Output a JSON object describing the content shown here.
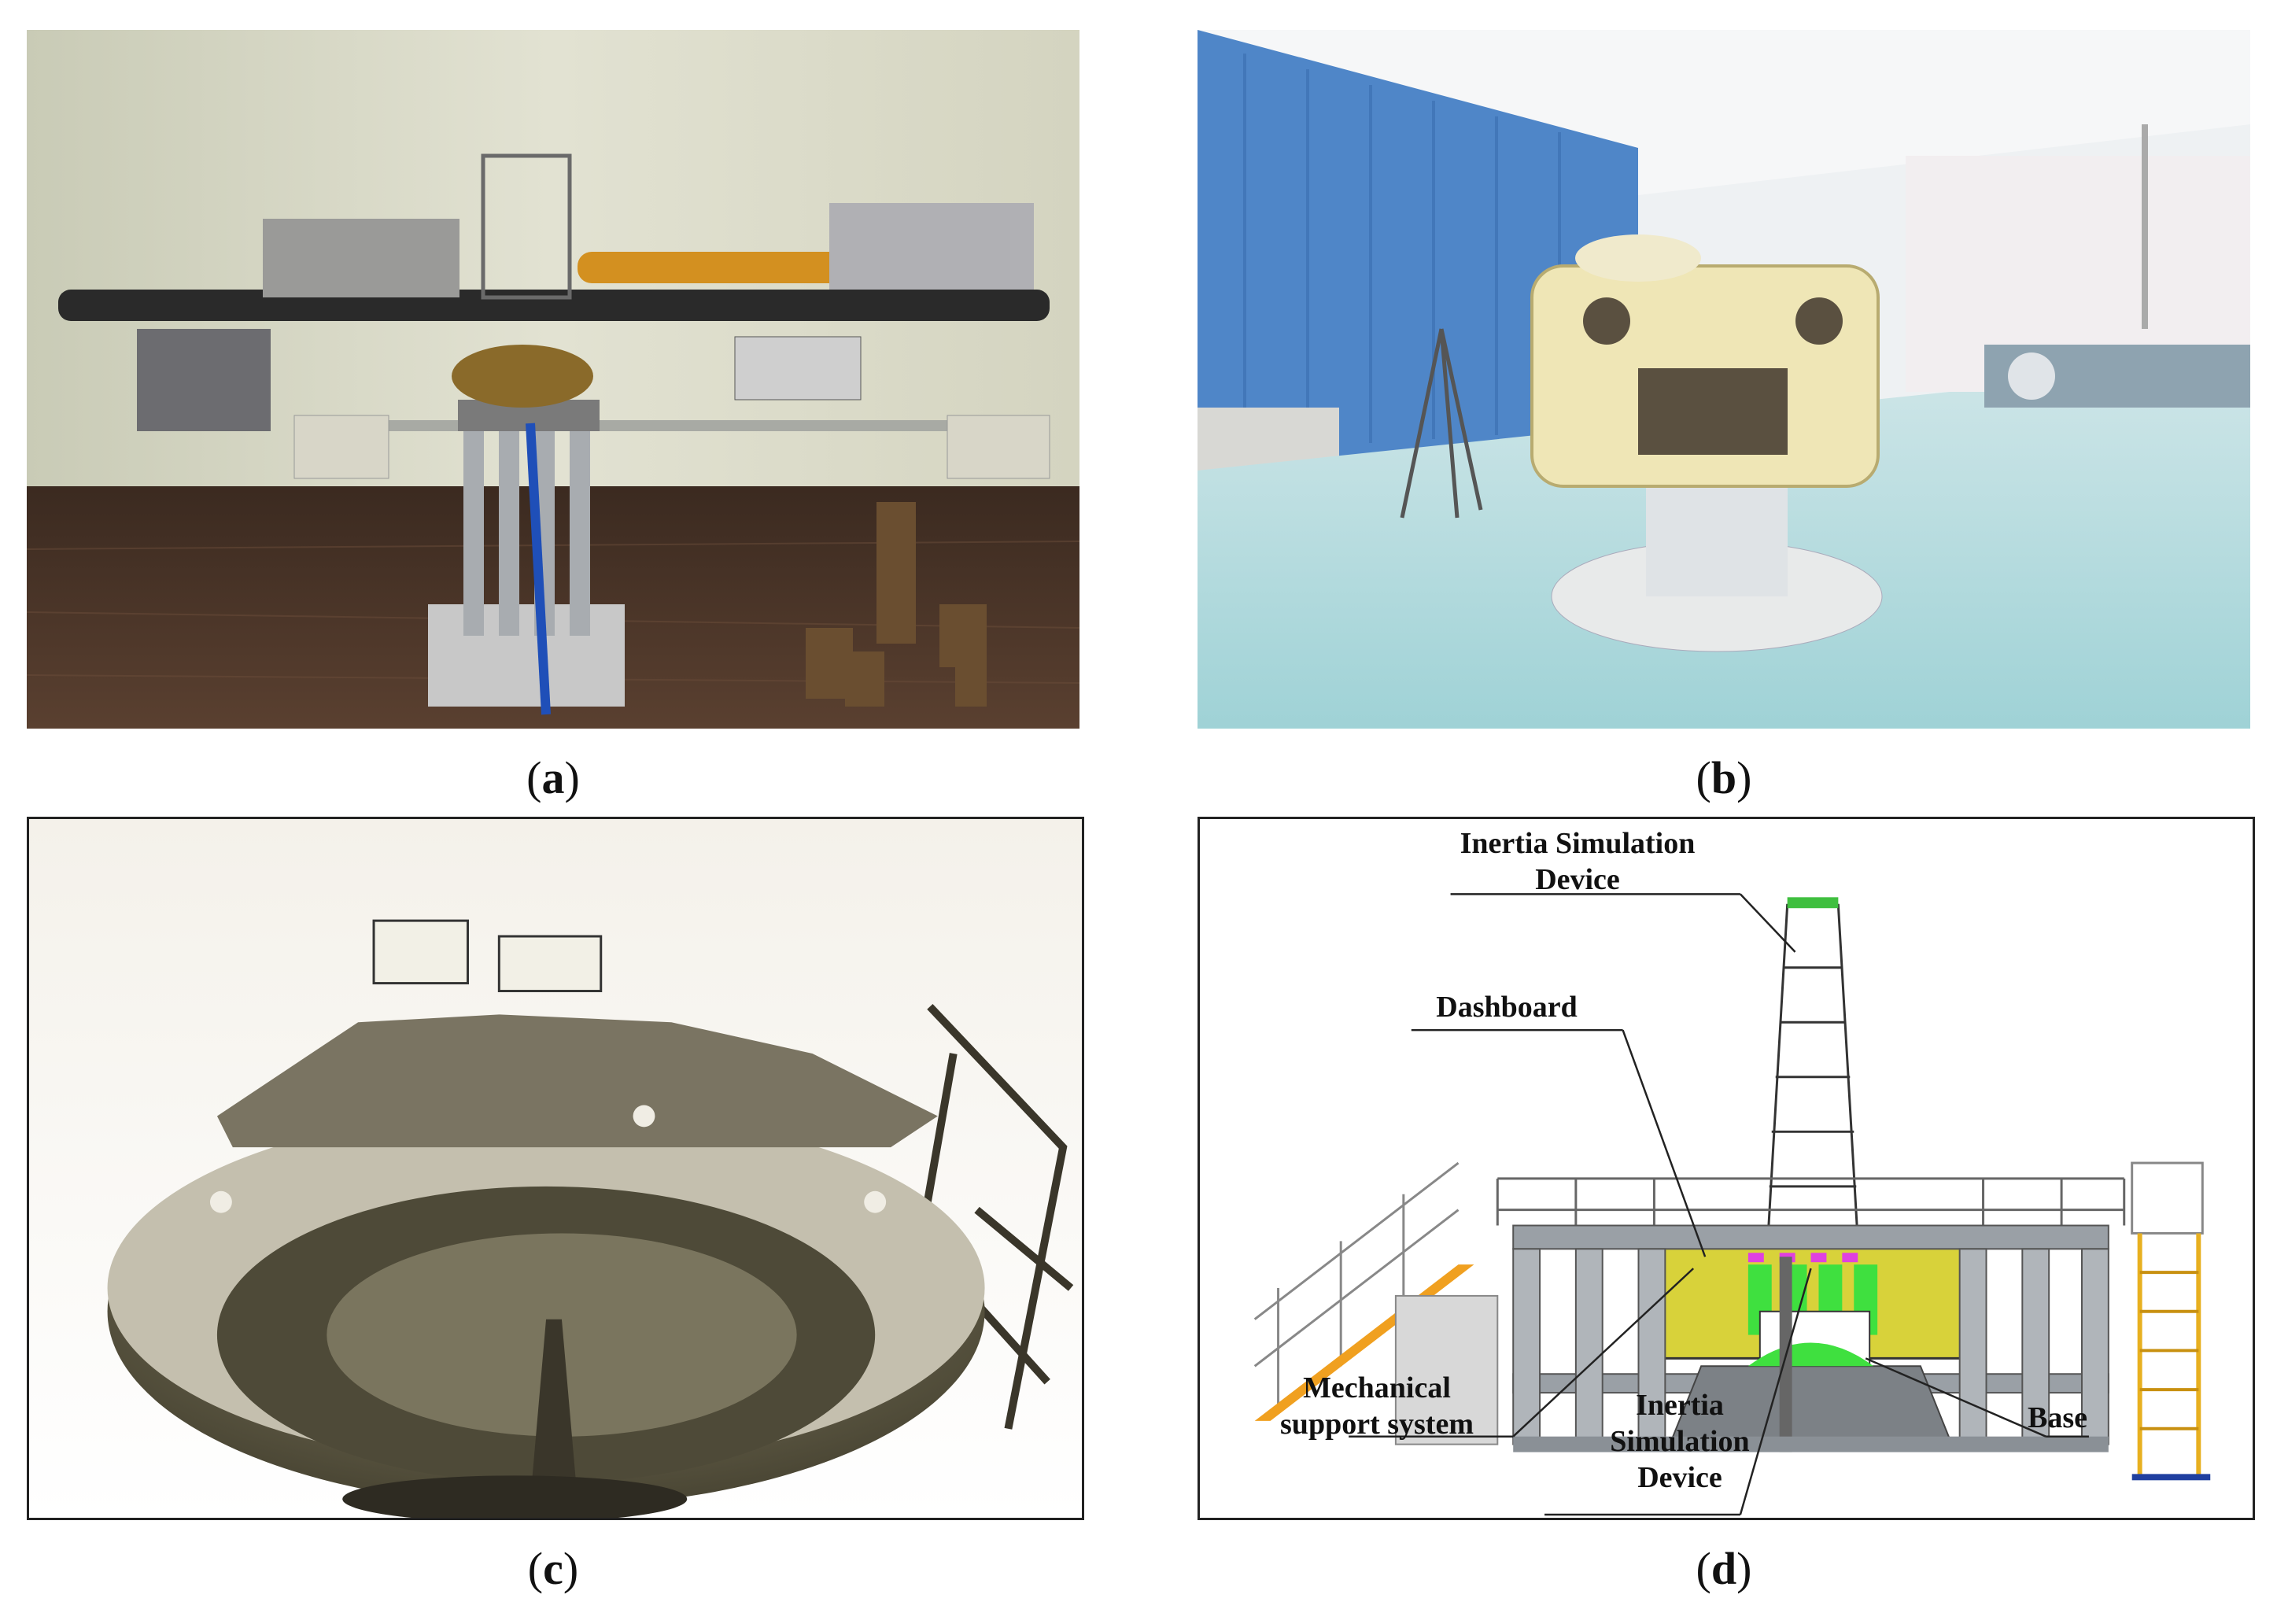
{
  "figure": {
    "panels": [
      {
        "id": "a",
        "caption_open": "(",
        "caption_letter": "a",
        "caption_close": ")",
        "content": "photograph"
      },
      {
        "id": "b",
        "caption_open": "(",
        "caption_letter": "b",
        "caption_close": ")",
        "content": "photograph"
      },
      {
        "id": "c",
        "caption_open": "(",
        "caption_letter": "c",
        "caption_close": ")",
        "content": "rendering"
      },
      {
        "id": "d",
        "caption_open": "(",
        "caption_letter": "d",
        "caption_close": ")",
        "content": "schematic drawing"
      }
    ],
    "diagram_d": {
      "labels": {
        "inertia_top_line1": "Inertia Simulation",
        "inertia_top_line2": "Device",
        "dashboard": "Dashboard",
        "mech_line1": "Mechanical",
        "mech_line2": "support system",
        "inertia_bottom_line1": "Inertia",
        "inertia_bottom_line2": "Simulation",
        "inertia_bottom_line3": "Device",
        "base": "Base"
      },
      "colors": {
        "frame": "#9aa0a6",
        "dashboard": "#d8d23a",
        "accent_green": "#3fe03f",
        "accent_magenta": "#e040e0",
        "stair": "#f0a020",
        "ladder": "#e8b020"
      }
    }
  }
}
